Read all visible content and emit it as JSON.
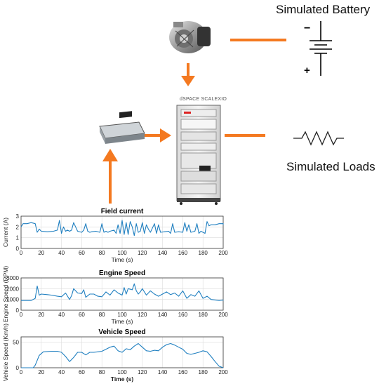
{
  "labels": {
    "battery": "Simulated Battery",
    "loads": "Simulated Loads",
    "rig": "dSPACE SCALEXIO",
    "battery_minus": "−",
    "battery_plus": "+"
  },
  "icons": {
    "alternator": "alternator-icon",
    "ecu": "ecu-module-icon",
    "rack": "hil-rack-icon",
    "battery": "battery-symbol-icon",
    "resistor": "resistor-symbol-icon"
  },
  "colors": {
    "arrow": "#F47920",
    "trace": "#1f7fc0"
  },
  "chart_data": [
    {
      "type": "line",
      "title": "Field current",
      "xlabel": "Time (s)",
      "ylabel": "Current (A)",
      "xlim": [
        0,
        200
      ],
      "ylim": [
        0,
        3
      ],
      "xticks": [
        0,
        20,
        40,
        60,
        80,
        100,
        120,
        140,
        160,
        180,
        200
      ],
      "yticks": [
        0,
        1,
        2,
        3
      ],
      "grid": true,
      "series": [
        {
          "x": [
            0,
            2,
            6,
            10,
            14,
            16,
            18,
            20,
            26,
            32,
            36,
            38,
            40,
            42,
            44,
            46,
            48,
            50,
            52,
            56,
            60,
            62,
            64,
            66,
            68,
            70,
            74,
            78,
            80,
            82,
            84,
            86,
            88,
            92,
            94,
            96,
            98,
            100,
            102,
            104,
            106,
            108,
            110,
            112,
            114,
            116,
            118,
            120,
            122,
            124,
            126,
            128,
            132,
            134,
            136,
            138,
            142,
            146,
            148,
            150,
            152,
            156,
            160,
            162,
            164,
            166,
            168,
            172,
            174,
            176,
            178,
            182,
            184,
            186,
            188,
            192,
            196,
            200,
            202
          ],
          "y": [
            2.0,
            2.3,
            2.3,
            2.4,
            2.3,
            1.5,
            1.8,
            1.6,
            1.55,
            1.6,
            1.7,
            2.6,
            1.4,
            2.0,
            1.6,
            1.7,
            1.6,
            1.7,
            2.4,
            1.6,
            1.5,
            1.7,
            2.3,
            1.6,
            1.5,
            1.55,
            1.6,
            1.5,
            2.3,
            1.5,
            1.6,
            1.5,
            1.6,
            1.7,
            1.4,
            2.2,
            1.4,
            2.6,
            1.3,
            2.4,
            1.3,
            2.5,
            2.0,
            1.2,
            2.3,
            1.5,
            1.6,
            2.4,
            1.4,
            2.2,
            1.8,
            1.5,
            2.3,
            1.4,
            2.2,
            1.5,
            1.55,
            1.6,
            1.4,
            2.3,
            1.5,
            1.55,
            1.5,
            2.4,
            1.6,
            2.2,
            1.5,
            1.6,
            2.3,
            1.4,
            1.6,
            1.4,
            2.5,
            2.1,
            2.2,
            2.2,
            2.3,
            2.3,
            2.2
          ]
        }
      ]
    },
    {
      "type": "line",
      "title": "Engine Speed",
      "xlabel": "Time (s)",
      "ylabel": "Engine Speed (RPM)",
      "xlim": [
        0,
        200
      ],
      "ylim": [
        0,
        3000
      ],
      "xticks": [
        0,
        20,
        40,
        60,
        80,
        100,
        120,
        140,
        160,
        180,
        200
      ],
      "yticks": [
        0,
        1000,
        2000,
        3000
      ],
      "grid": true,
      "series": [
        {
          "x": [
            0,
            10,
            14,
            16,
            18,
            20,
            26,
            30,
            36,
            40,
            44,
            48,
            50,
            52,
            56,
            60,
            62,
            64,
            68,
            72,
            76,
            80,
            84,
            88,
            92,
            96,
            100,
            102,
            104,
            106,
            110,
            112,
            114,
            116,
            118,
            120,
            124,
            128,
            132,
            136,
            140,
            144,
            148,
            152,
            156,
            160,
            164,
            168,
            172,
            176,
            180,
            184,
            188,
            192,
            196,
            200,
            202
          ],
          "y": [
            900,
            900,
            1100,
            2250,
            1400,
            1500,
            1450,
            1400,
            1300,
            1250,
            1600,
            1000,
            1350,
            2000,
            1600,
            1550,
            1900,
            1200,
            1500,
            1500,
            1300,
            1250,
            1700,
            1400,
            1900,
            1600,
            1400,
            2100,
            1500,
            2000,
            1900,
            2450,
            1800,
            1500,
            1700,
            2000,
            1400,
            1800,
            1500,
            1300,
            1500,
            1700,
            1450,
            1600,
            1300,
            1800,
            1100,
            1450,
            1300,
            1800,
            1100,
            1300,
            1000,
            950,
            900,
            950,
            900
          ]
        }
      ]
    },
    {
      "type": "line",
      "title": "Vehicle Speed",
      "xlabel": "Time (s)",
      "ylabel": "Vehicle Speed (Km/h)",
      "xlim": [
        0,
        200
      ],
      "ylim": [
        0,
        60
      ],
      "xticks": [
        0,
        20,
        40,
        60,
        80,
        100,
        120,
        140,
        160,
        180,
        200
      ],
      "yticks": [
        0,
        50
      ],
      "grid": true,
      "series": [
        {
          "x": [
            0,
            12,
            14,
            18,
            22,
            30,
            36,
            40,
            44,
            48,
            52,
            56,
            60,
            64,
            68,
            72,
            76,
            80,
            84,
            88,
            92,
            96,
            100,
            104,
            108,
            112,
            116,
            120,
            124,
            128,
            132,
            136,
            140,
            144,
            148,
            152,
            156,
            160,
            164,
            168,
            172,
            176,
            180,
            184,
            188,
            192,
            196,
            200,
            202
          ],
          "y": [
            0,
            0,
            5,
            24,
            31,
            32,
            32,
            30,
            22,
            12,
            20,
            30,
            30,
            25,
            30,
            30,
            31,
            32,
            36,
            40,
            42,
            33,
            30,
            37,
            35,
            42,
            47,
            40,
            33,
            32,
            34,
            33,
            40,
            45,
            47,
            44,
            40,
            36,
            28,
            26,
            28,
            30,
            33,
            31,
            22,
            12,
            3,
            0,
            0
          ]
        }
      ]
    }
  ]
}
